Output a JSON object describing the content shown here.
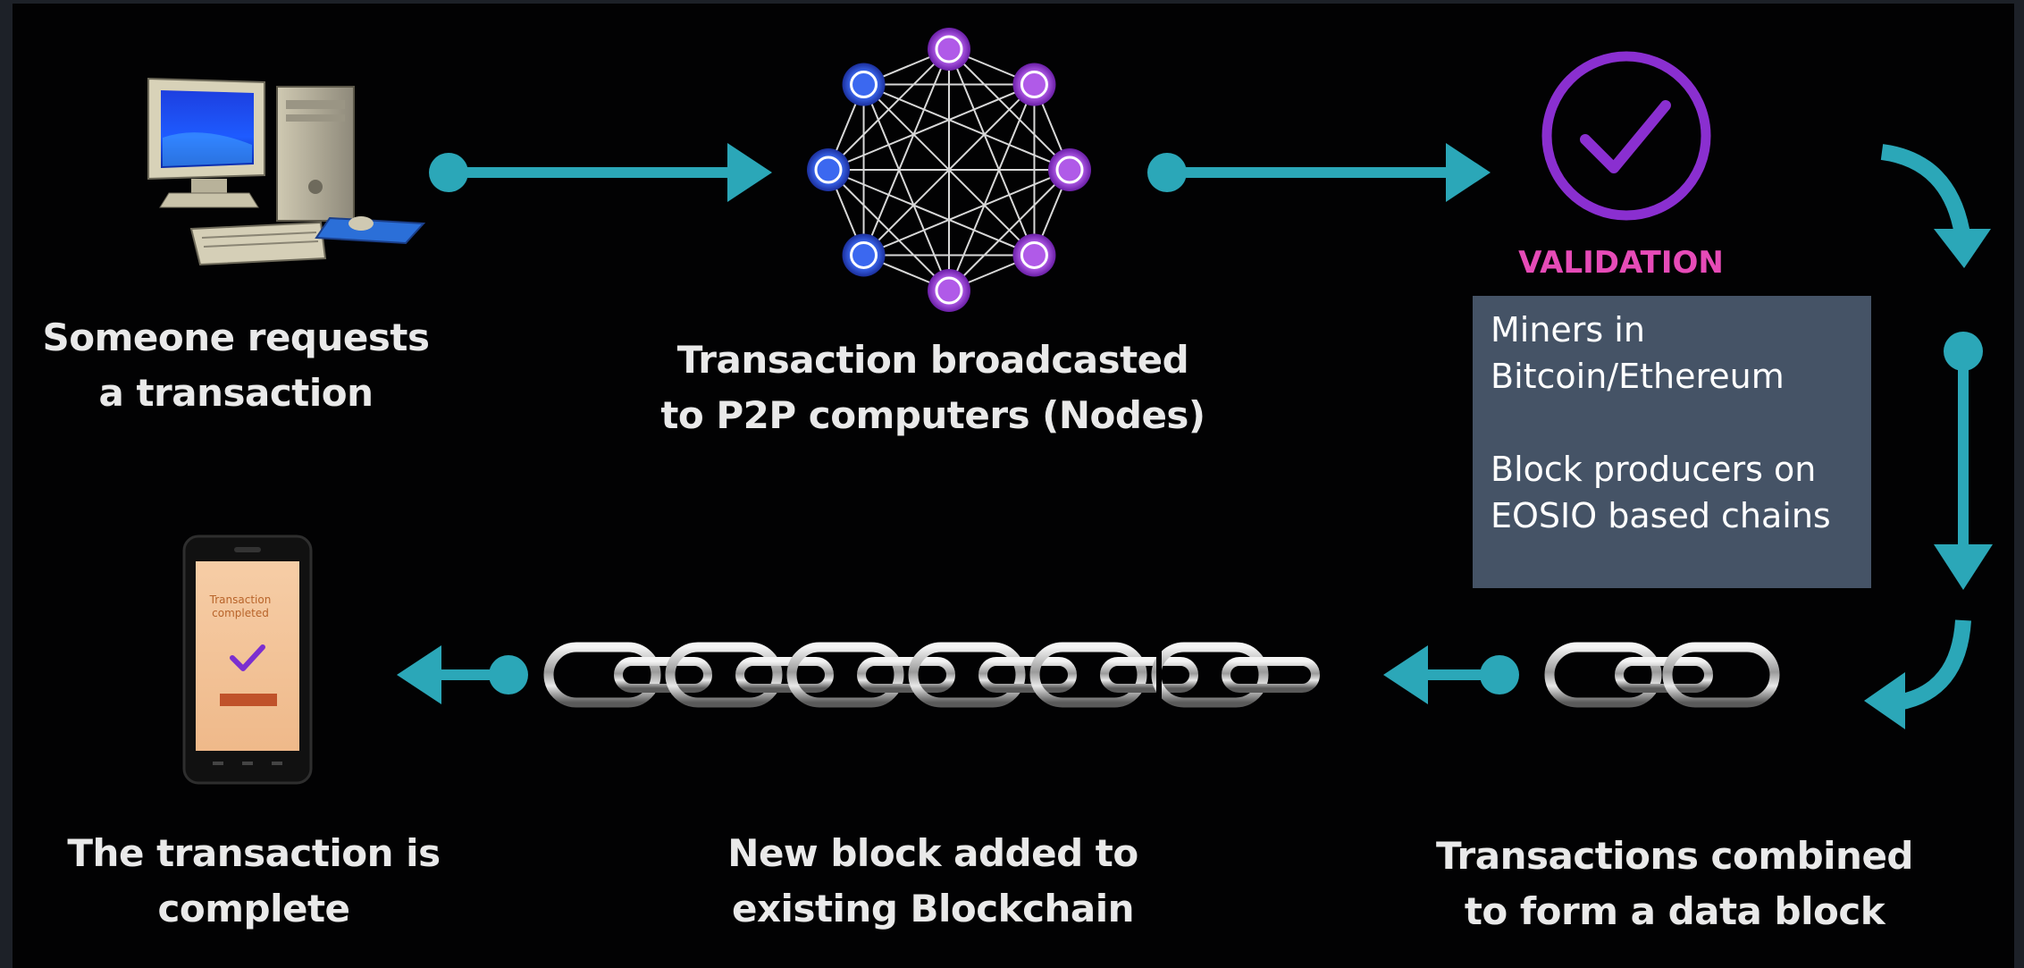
{
  "steps": {
    "request": {
      "line1": "Someone requests",
      "line2": "a transaction"
    },
    "broadcast": {
      "line1": "Transaction broadcasted",
      "line2": "to  P2P computers (Nodes)"
    },
    "combine": {
      "line1": "Transactions combined",
      "line2": "to form a data block"
    },
    "added": {
      "line1": "New block added to",
      "line2": "existing Blockchain"
    },
    "complete": {
      "line1": "The transaction is",
      "line2": "complete"
    }
  },
  "validation": {
    "label": "VALIDATION",
    "note_lines": [
      "Miners in",
      "Bitcoin/Ethereum",
      "Block producers on",
      "EOSIO based chains"
    ]
  },
  "phone": {
    "screen_text_line1": "Transaction",
    "screen_text_line2": "completed"
  },
  "icons": [
    "computer-icon",
    "network-nodes-icon",
    "checkmark-circle-icon",
    "chain-icon",
    "smartphone-icon"
  ],
  "colors": {
    "background": "#020203",
    "arrow": "#2ba7b8",
    "node_purple": "#9b3fd6",
    "node_blue": "#2a57d6",
    "validation": "#e64bb7",
    "check_circle": "#8a2fd0",
    "note_box": "#455366"
  }
}
